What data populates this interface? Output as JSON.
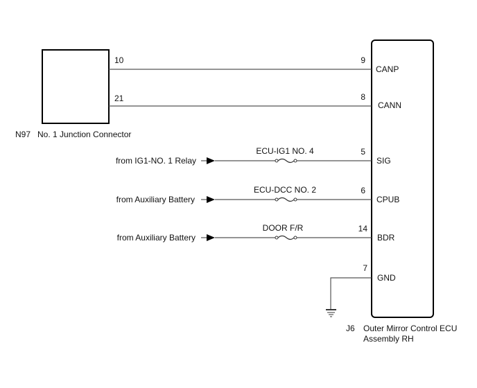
{
  "diagram": {
    "junction_connector": {
      "code": "N97",
      "name": "No. 1 Junction Connector",
      "pins": [
        "10",
        "21"
      ]
    },
    "ecu": {
      "code": "J6",
      "name_line1": "Outer Mirror Control ECU",
      "name_line2": "Assembly RH"
    },
    "can_lines": [
      {
        "from_pin": "10",
        "to_pin": "9",
        "terminal": "CANP"
      },
      {
        "from_pin": "21",
        "to_pin": "8",
        "terminal": "CANN"
      }
    ],
    "power_lines": [
      {
        "source": "from IG1-NO. 1 Relay",
        "fuse": "ECU-IG1 NO. 4",
        "pin": "5",
        "terminal": "SIG"
      },
      {
        "source": "from Auxiliary Battery",
        "fuse": "ECU-DCC NO. 2",
        "pin": "6",
        "terminal": "CPUB"
      },
      {
        "source": "from Auxiliary Battery",
        "fuse": "DOOR F/R",
        "pin": "14",
        "terminal": "BDR"
      }
    ],
    "ground": {
      "pin": "7",
      "terminal": "GND"
    }
  }
}
